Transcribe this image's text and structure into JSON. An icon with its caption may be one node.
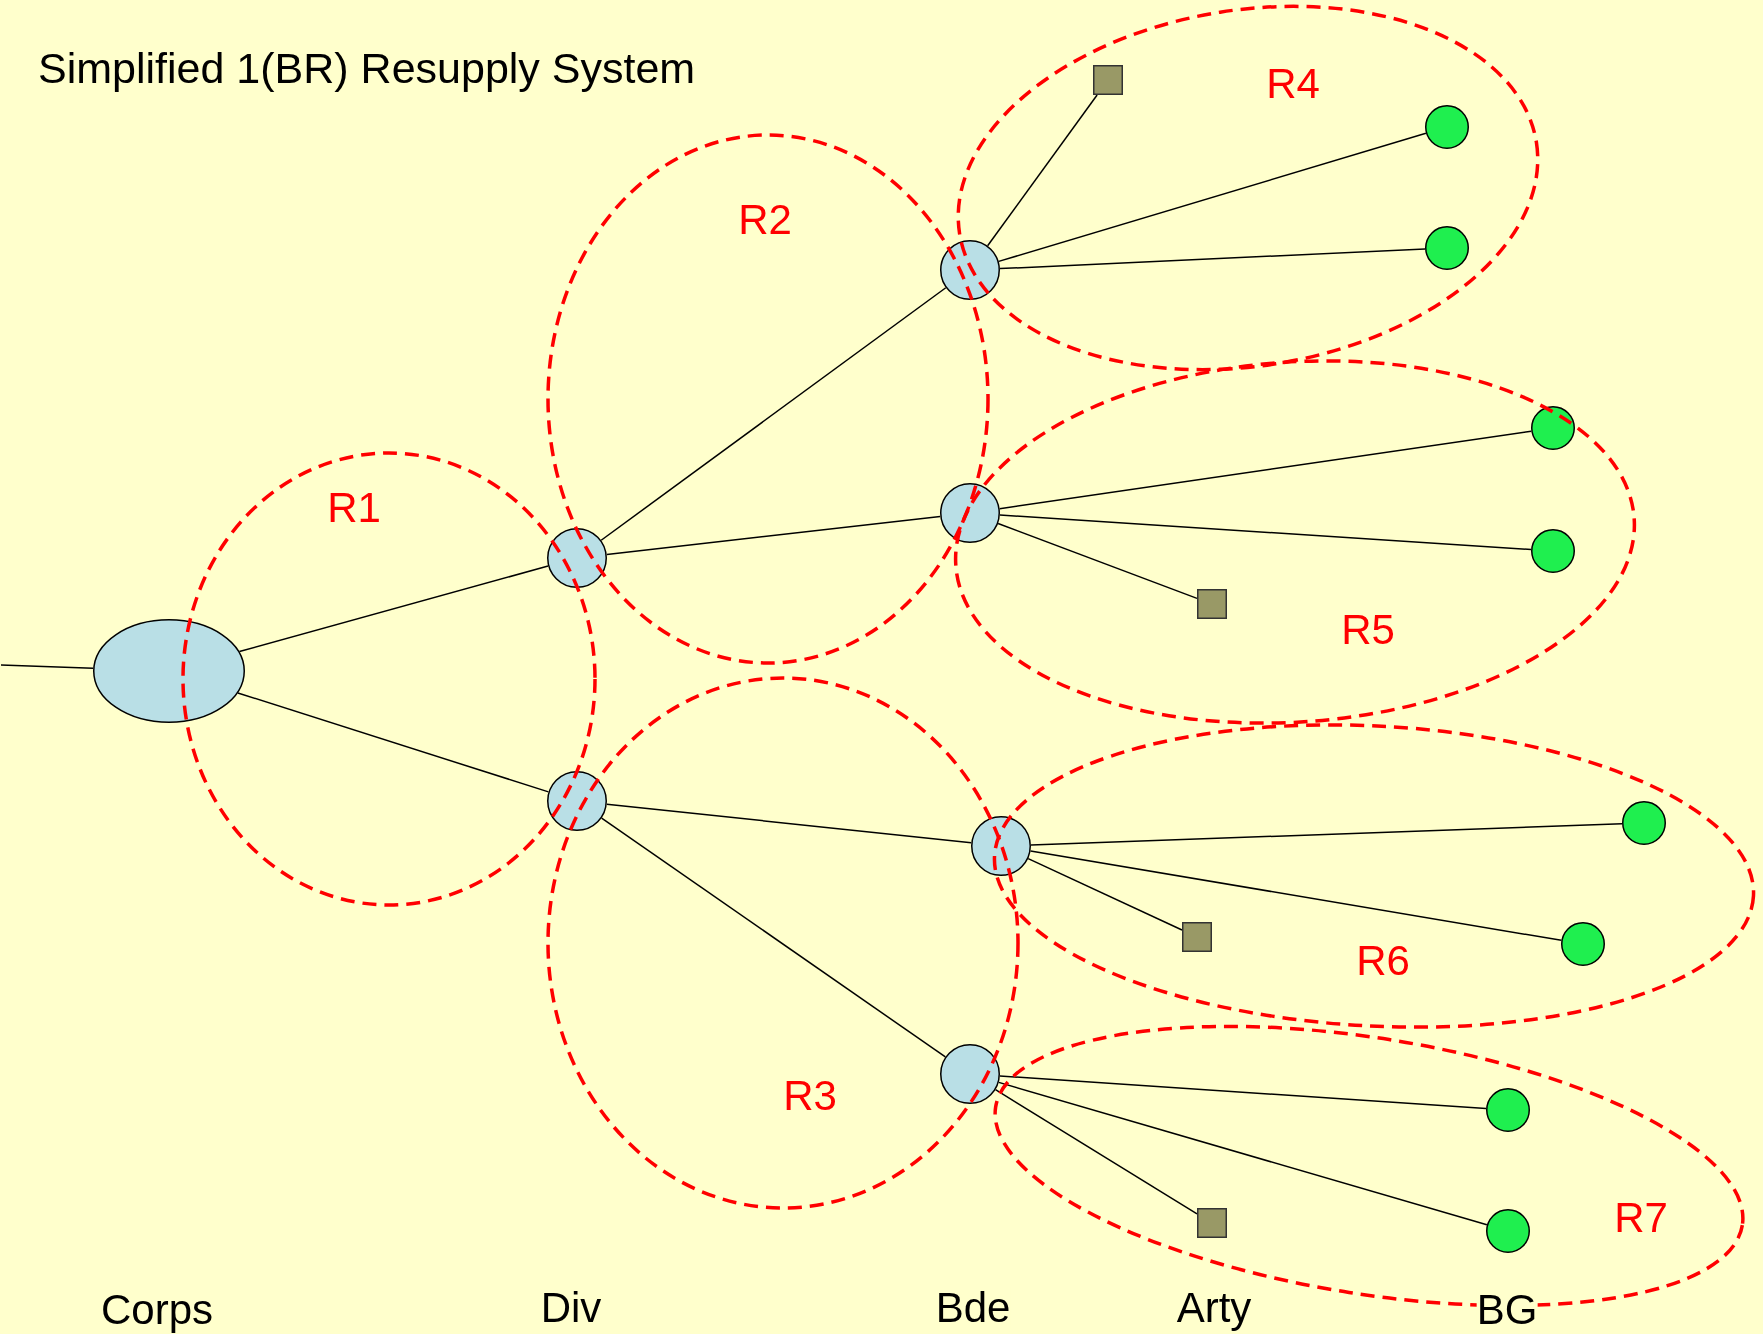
{
  "diagram": {
    "title": "Simplified 1(BR) Resupply System",
    "nodes": [
      {
        "text": [],
        "shape": "ellipse"
      },
      {
        "text": [],
        "shape": "circle"
      },
      {
        "text": [],
        "shape": "circle"
      },
      {
        "text": [],
        "shape": "circle"
      },
      {
        "text": [],
        "shape": "circle"
      },
      {
        "text": [],
        "shape": "circle"
      },
      {
        "text": [],
        "shape": "circle"
      },
      {
        "text": [],
        "shape": "box"
      },
      {
        "text": [],
        "shape": "box"
      },
      {
        "text": [],
        "shape": "box"
      },
      {
        "text": [],
        "shape": "box"
      },
      {
        "text": [],
        "shape": "circle"
      },
      {
        "text": [],
        "shape": "circle"
      },
      {
        "text": [],
        "shape": "circle"
      },
      {
        "text": [],
        "shape": "circle"
      },
      {
        "text": [],
        "shape": "circle"
      },
      {
        "text": [],
        "shape": "circle"
      },
      {
        "text": [],
        "shape": "circle"
      },
      {
        "text": [],
        "shape": "circle"
      }
    ],
    "edges": [
      {
        "from": null,
        "to": 0,
        "arrow": "none"
      },
      {
        "from": 0,
        "to": 1,
        "arrow": "none"
      },
      {
        "from": 0,
        "to": 2,
        "arrow": "none"
      },
      {
        "from": 1,
        "to": 3,
        "arrow": "none"
      },
      {
        "from": 1,
        "to": 4,
        "arrow": "none"
      },
      {
        "from": 2,
        "to": 5,
        "arrow": "none"
      },
      {
        "from": 2,
        "to": 6,
        "arrow": "none"
      },
      {
        "from": 3,
        "to": 7,
        "arrow": "none"
      },
      {
        "from": 3,
        "to": 11,
        "arrow": "none"
      },
      {
        "from": 3,
        "to": 12,
        "arrow": "none"
      },
      {
        "from": 4,
        "to": 13,
        "arrow": "none"
      },
      {
        "from": 4,
        "to": 14,
        "arrow": "none"
      },
      {
        "from": 4,
        "to": 8,
        "arrow": "none"
      },
      {
        "from": 5,
        "to": 15,
        "arrow": "none"
      },
      {
        "from": 5,
        "to": 16,
        "arrow": "none"
      },
      {
        "from": 5,
        "to": 9,
        "arrow": "none"
      },
      {
        "from": 6,
        "to": 17,
        "arrow": "none"
      },
      {
        "from": 6,
        "to": 18,
        "arrow": "none"
      },
      {
        "from": 6,
        "to": 10,
        "arrow": "none"
      }
    ],
    "labels": [
      "R1",
      "R2",
      "R3",
      "R4",
      "R5",
      "R6",
      "R7",
      "Corps",
      "Div",
      "Bde",
      "Arty",
      "BG"
    ]
  }
}
